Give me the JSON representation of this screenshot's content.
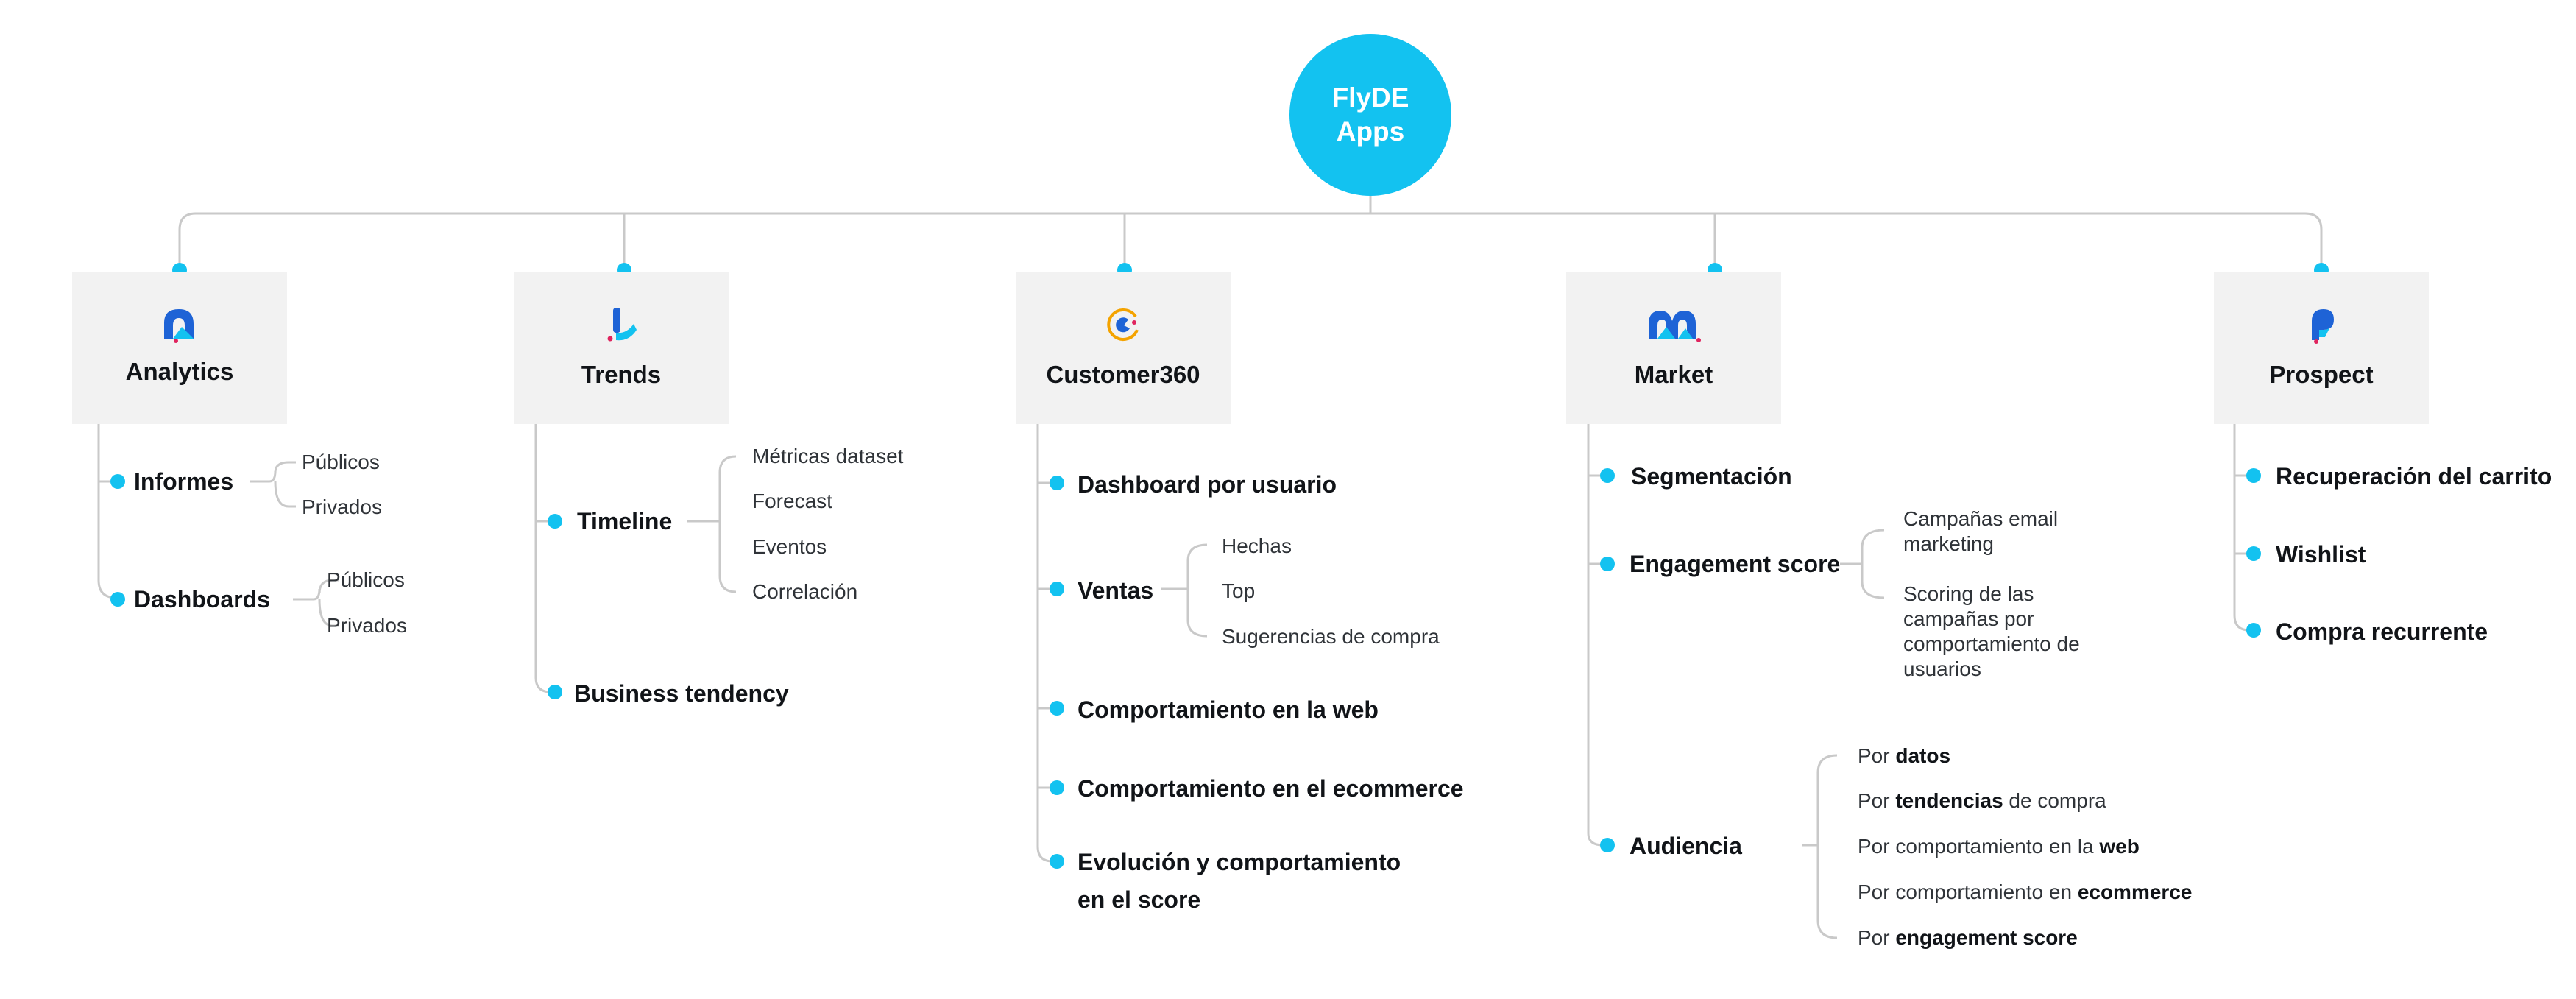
{
  "root": {
    "title": "FlyDE\nApps"
  },
  "colors": {
    "accent": "#13c2f0",
    "line": "#c9c9c9",
    "card": "#f2f2f2"
  },
  "apps": {
    "analytics": {
      "title": "Analytics",
      "icon": "analytics-logo-icon",
      "informes": {
        "label": "Informes",
        "children": [
          "Públicos",
          "Privados"
        ]
      },
      "dashboards": {
        "label": "Dashboards",
        "children": [
          "Públicos",
          "Privados"
        ]
      }
    },
    "trends": {
      "title": "Trends",
      "icon": "trends-logo-icon",
      "timeline": {
        "label": "Timeline",
        "children": [
          "Métricas dataset",
          "Forecast",
          "Eventos",
          "Correlación"
        ]
      },
      "business": {
        "label": "Business tendency"
      }
    },
    "customer360": {
      "title": "Customer360",
      "icon": "customer360-logo-icon",
      "dashboard": {
        "label": "Dashboard por usuario"
      },
      "ventas": {
        "label": "Ventas",
        "children": [
          "Hechas",
          "Top",
          "Sugerencias de compra"
        ]
      },
      "web": {
        "label": "Comportamiento en la web"
      },
      "ecommerce": {
        "label": "Comportamiento en el ecommerce"
      },
      "evolucion": {
        "line1": "Evolución y comportamiento",
        "line2": "en el score"
      }
    },
    "market": {
      "title": "Market",
      "icon": "market-logo-icon",
      "segmentacion": {
        "label": "Segmentación"
      },
      "engagement": {
        "label": "Engagement score",
        "child1": "Campañas email marketing",
        "child2": "Scoring de las campañas por comportamiento de usuarios"
      },
      "audiencia": {
        "label": "Audiencia",
        "children": [
          {
            "pre": "Por ",
            "bold": "datos",
            "post": ""
          },
          {
            "pre": "Por ",
            "bold": "tendencias",
            "post": " de compra"
          },
          {
            "pre": "Por comportamiento en la ",
            "bold": "web",
            "post": ""
          },
          {
            "pre": "Por comportamiento en ",
            "bold": "ecommerce",
            "post": ""
          },
          {
            "pre": "Por ",
            "bold": "engagement score",
            "post": ""
          }
        ]
      }
    },
    "prospect": {
      "title": "Prospect",
      "icon": "prospect-logo-icon",
      "items": [
        "Recuperación del carrito",
        "Wishlist",
        "Compra recurrente"
      ]
    }
  }
}
